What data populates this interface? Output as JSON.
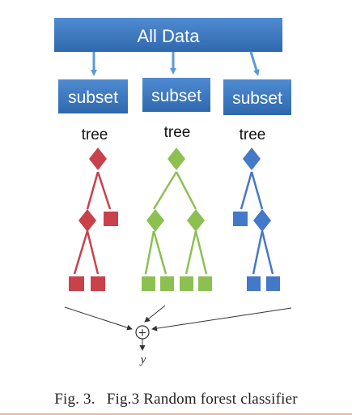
{
  "diagram": {
    "root_label": "All Data",
    "subsets": [
      "subset",
      "subset",
      "subset"
    ],
    "tree_label": "tree",
    "combiner_symbol": "+",
    "output_label": "y",
    "colors": {
      "box": "#3a78c2",
      "box_dark": "#2c63a8",
      "arrow": "#5b9ad8",
      "tree_red": "#c8414b",
      "tree_green": "#8cc152",
      "tree_blue": "#4478c8",
      "connector": "#333333"
    }
  },
  "caption": {
    "fig_number": "Fig. 3.",
    "text": "Fig.3 Random forest classifier"
  }
}
